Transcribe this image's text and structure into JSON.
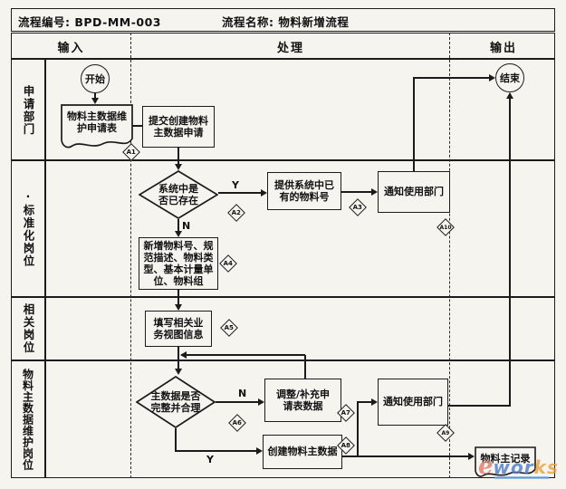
{
  "header": {
    "process_code": "流程编号: BPD-MM-003",
    "process_name": "流程名称: 物料新增流程"
  },
  "columns": {
    "input": "输入",
    "process": "处理",
    "output": "输出"
  },
  "lanes": {
    "lane1": "申请部门",
    "lane2": "·标准化岗位",
    "lane3": "相关岗位",
    "lane4": "物料主数据维护岗位"
  },
  "nodes": {
    "start": "开始",
    "end": "结束",
    "request_form": "物料主数据维护申请表",
    "submit_request": "提交创建物料主数据申请",
    "exists_decision": "系统中是否已存在",
    "provide_existing": "提供系统中已有的物料号",
    "notify_dept_std": "通知使用部门",
    "new_material_info": "新增物料号、规范描述、物料类型、基本计量单位、物料组",
    "fill_business_views": "填写相关业务视图信息",
    "complete_decision": "主数据是否完整并合理",
    "adjust_form_data": "调整/补充申请表数据",
    "create_master_data": "创建物料主数据",
    "notify_dept_mdm": "通知使用部门",
    "master_record": "物料主记录"
  },
  "branch_labels": {
    "exists_yes": "Y",
    "exists_no": "N",
    "complete_no": "N",
    "complete_yes": "Y"
  },
  "annotations": {
    "a1": "A1",
    "a2": "A2",
    "a3": "A3",
    "a4": "A4",
    "a5": "A5",
    "a6": "A6",
    "a7": "A7",
    "a8": "A8",
    "a9": "A9",
    "a10": "A10"
  },
  "watermark": {
    "e": "e",
    "wor": "wor",
    "ks": "ks"
  },
  "colors": {
    "ink": "#1b1b1b",
    "paper": "#f6f4ef",
    "wm_blue": "#4a7bc8",
    "wm_orange": "#e8a23c",
    "wm_red": "#e07a6a"
  }
}
